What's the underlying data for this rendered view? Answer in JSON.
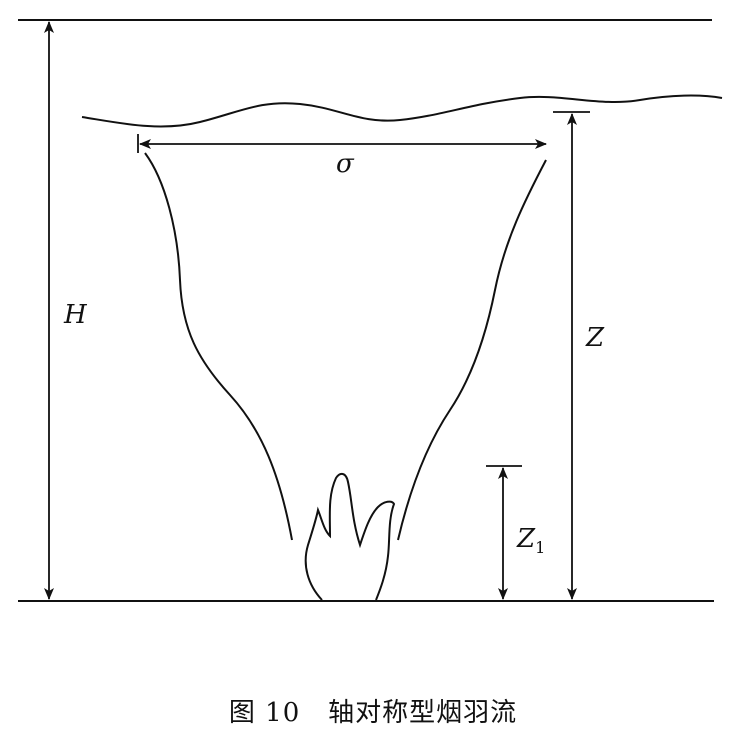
{
  "labels": {
    "height_total": "H",
    "plume_width": "σ",
    "height_plume": "Z",
    "height_flame_main": "Z",
    "height_flame_sub": "1"
  },
  "caption": "图 10   轴对称型烟羽流"
}
